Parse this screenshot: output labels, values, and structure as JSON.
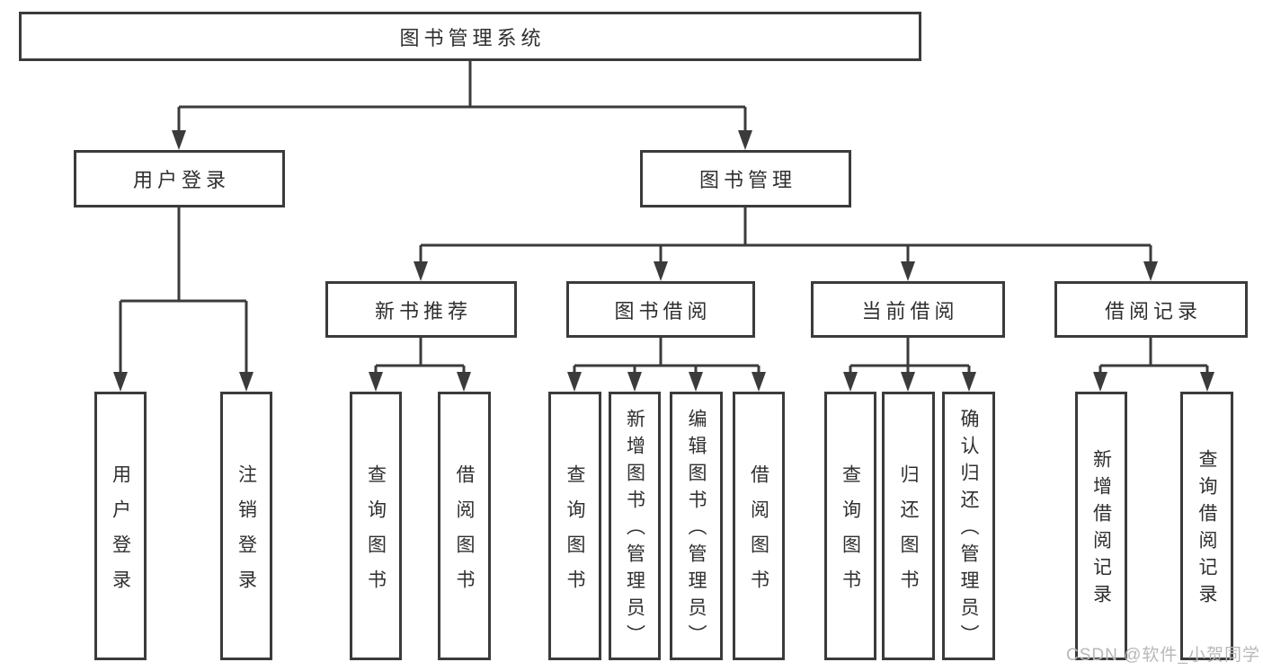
{
  "tree": {
    "label": "图书管理系统",
    "children": [
      {
        "label": "用户登录",
        "children": [
          {
            "label": "用户登录"
          },
          {
            "label": "注销登录"
          }
        ]
      },
      {
        "label": "图书管理",
        "children": [
          {
            "label": "新书推荐",
            "children": [
              {
                "label": "查询图书"
              },
              {
                "label": "借阅图书"
              }
            ]
          },
          {
            "label": "图书借阅",
            "children": [
              {
                "label": "查询图书"
              },
              {
                "label": "新增图书（管理员）"
              },
              {
                "label": "编辑图书（管理员）"
              },
              {
                "label": "借阅图书"
              }
            ]
          },
          {
            "label": "当前借阅",
            "children": [
              {
                "label": "查询图书"
              },
              {
                "label": "归还图书"
              },
              {
                "label": "确认归还（管理员）"
              }
            ]
          },
          {
            "label": "借阅记录",
            "children": [
              {
                "label": "新增借阅记录"
              },
              {
                "label": "查询借阅记录"
              }
            ]
          }
        ]
      }
    ]
  },
  "watermark": "CSDN @软件_小贺同学",
  "colors": {
    "line": "#3b3b3b",
    "text": "#2f2f2f",
    "watermark": "#b8b8b8",
    "background": "#ffffff"
  }
}
